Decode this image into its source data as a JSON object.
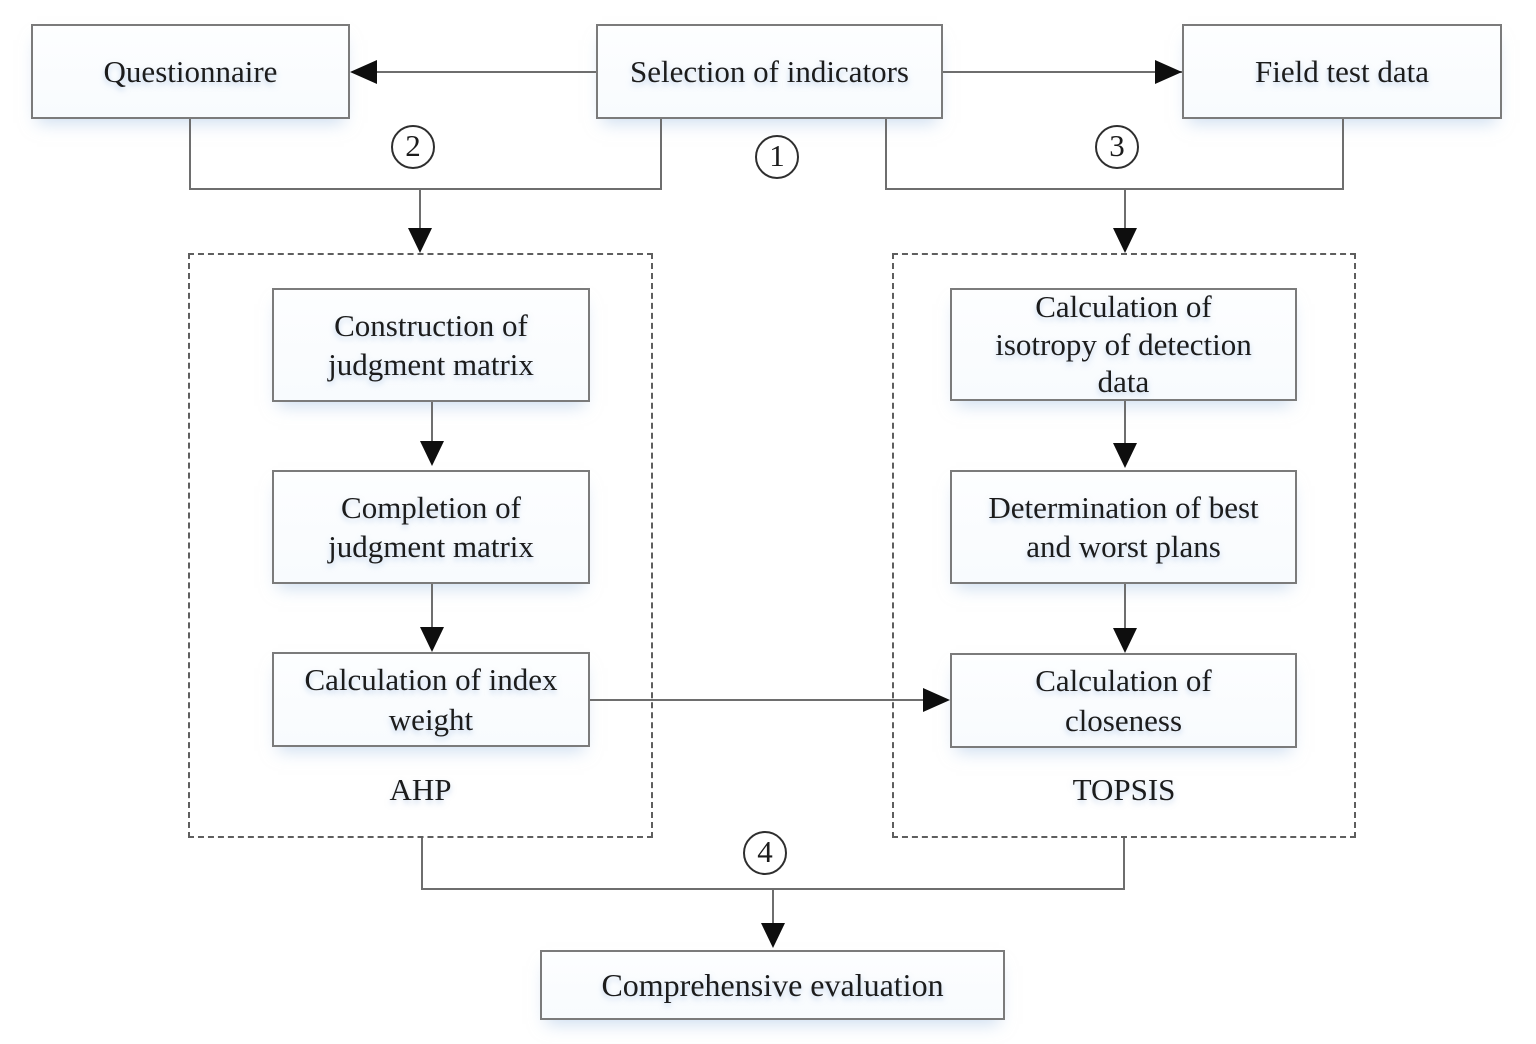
{
  "diagram": {
    "title_hint": "AHP-TOPSIS evaluation methodology flowchart",
    "nodes": {
      "questionnaire": {
        "label": "Questionnaire"
      },
      "selection": {
        "label": "Selection of indicators"
      },
      "field_test": {
        "label": "Field test data"
      },
      "construction": {
        "label": "Construction of\njudgment matrix"
      },
      "completion": {
        "label": "Completion of\njudgment matrix"
      },
      "index_weight": {
        "label": "Calculation of index\nweight"
      },
      "isotropy": {
        "label": "Calculation of\nisotropy of detection\ndata"
      },
      "best_worst": {
        "label": "Determination of best\nand worst plans"
      },
      "closeness": {
        "label": "Calculation of\ncloseness"
      },
      "comprehensive": {
        "label": "Comprehensive evaluation"
      }
    },
    "groups": {
      "ahp": {
        "label": "AHP"
      },
      "topsis": {
        "label": "TOPSIS"
      }
    },
    "step_markers": {
      "s1": {
        "label": "1"
      },
      "s2": {
        "label": "2"
      },
      "s3": {
        "label": "3"
      },
      "s4": {
        "label": "4"
      }
    },
    "edges": [
      "selection -> questionnaire (1)",
      "selection -> field_test (1)",
      "questionnaire + selection -> AHP group (2)",
      "selection + field_test -> TOPSIS group (3)",
      "construction -> completion",
      "completion -> index_weight",
      "isotropy -> best_worst",
      "best_worst -> closeness",
      "index_weight -> closeness",
      "AHP group + TOPSIS group -> comprehensive (4)"
    ],
    "colors": {
      "background": "#ffffff",
      "line": "#6e6e6e",
      "node_border": "#7b7b7b",
      "dashed_border": "#5e5e5e",
      "arrowhead": "#0e0e0e",
      "text": "#1c1c1c"
    }
  }
}
